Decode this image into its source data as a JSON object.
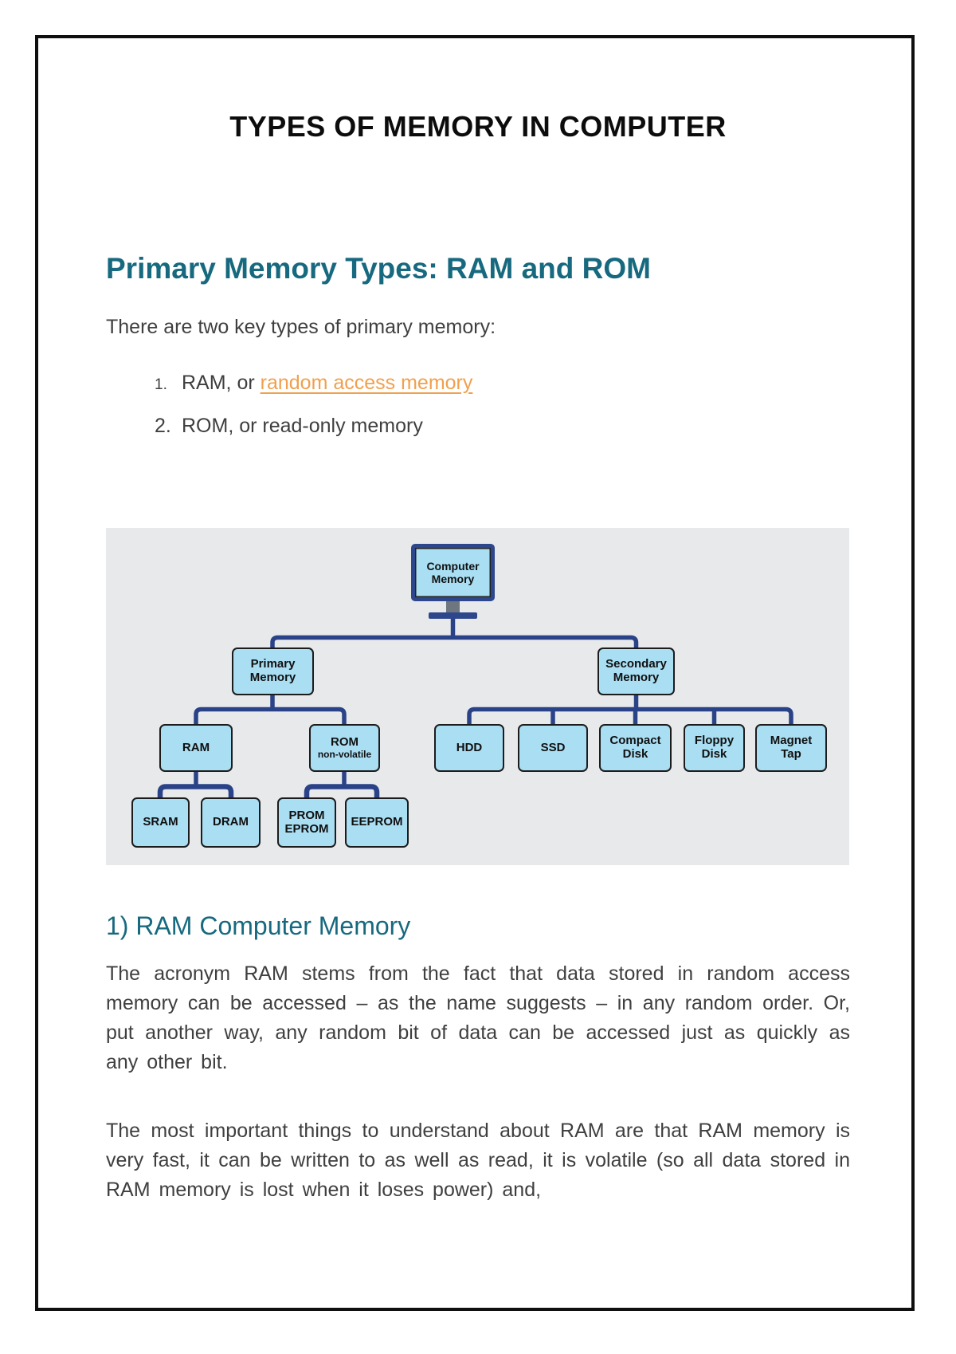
{
  "page": {
    "title": "TYPES OF MEMORY IN COMPUTER"
  },
  "section1": {
    "heading": "Primary Memory Types: RAM and ROM",
    "intro": "There are two key types of primary memory:",
    "list_item1_number": "1.",
    "list_item1_text": "RAM, or ",
    "list_item1_link": "random access memory",
    "list_item2_number": "2.",
    "list_item2_text": "ROM, or read-only memory"
  },
  "diagram": {
    "root": "Computer Memory",
    "primary": "Primary Memory",
    "secondary": "Secondary Memory",
    "ram": "RAM",
    "rom": "ROM",
    "rom_sub": "non-volatile",
    "hdd": "HDD",
    "ssd": "SSD",
    "compact": "Compact Disk",
    "floppy": "Floppy Disk",
    "magnet": "Magnet Tap",
    "sram": "SRAM",
    "dram": "DRAM",
    "prom": "PROM EPROM",
    "eeprom": "EEPROM"
  },
  "section2": {
    "heading": "1) RAM Computer Memory",
    "para1": "The acronym RAM stems from the fact that data stored in random access memory can be accessed – as the name suggests – in any random order. Or, put another way, any random bit of data can be accessed just as quickly as any other bit.",
    "para2": "The most important things to understand about RAM are that RAM memory is very fast, it can be written to as well as read, it is volatile (so all data stored in RAM memory is lost when it loses power) and,"
  },
  "colors": {
    "heading_teal": "#17697f",
    "link_orange": "#f0a04e",
    "body_gray": "#3f3f3f",
    "diagram_background": "#e8e9eb",
    "box_fill": "#a9def3",
    "connector_navy": "#2a4388",
    "monitor_navy": "#2e478c"
  }
}
